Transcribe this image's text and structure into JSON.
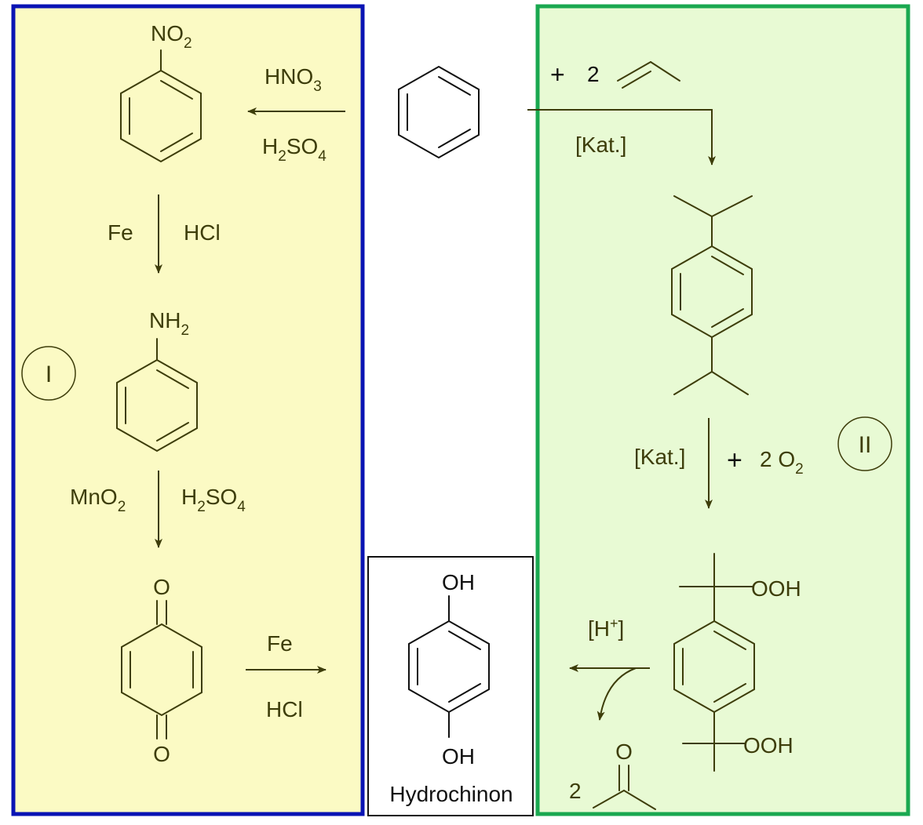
{
  "panels": {
    "left": {
      "roman": "I",
      "border": "#0a14b4",
      "fill": "#fbfac4"
    },
    "right": {
      "roman": "II",
      "border": "#1aa850",
      "fill": "#e8fad4"
    },
    "product": {
      "name": "Hydrochinon",
      "border": "#111111"
    }
  },
  "labels": {
    "no2": {
      "main": "NO",
      "sub": "2"
    },
    "nh2": {
      "main": "NH",
      "sub": "2"
    },
    "hno3": {
      "main": "HNO",
      "sub": "3"
    },
    "h2so4_top": {
      "a": "H",
      "b": "2",
      "c": "SO",
      "d": "4"
    },
    "fe_1": "Fe",
    "hcl_1": "HCl",
    "mno2": {
      "main": "MnO",
      "sub": "2"
    },
    "h2so4_mid": {
      "a": "H",
      "b": "2",
      "c": "SO",
      "d": "4"
    },
    "quinone_o_top": "O",
    "quinone_o_bottom": "O",
    "fe_2": "Fe",
    "hcl_2": "HCl",
    "oh_top": "OH",
    "oh_bottom": "OH",
    "plus_propene": {
      "plus": "+",
      "num": "2"
    },
    "kat_1": "[Kat.]",
    "kat_2": "[Kat.]",
    "o2": {
      "plus": "+",
      "text": "2 O",
      "sub": "2"
    },
    "ooh_top": "OOH",
    "ooh_bottom": "OOH",
    "h_plus": {
      "main": "[H",
      "sup": "+",
      "close": "]"
    },
    "acetone_coef": "2",
    "acetone_o": "O"
  }
}
